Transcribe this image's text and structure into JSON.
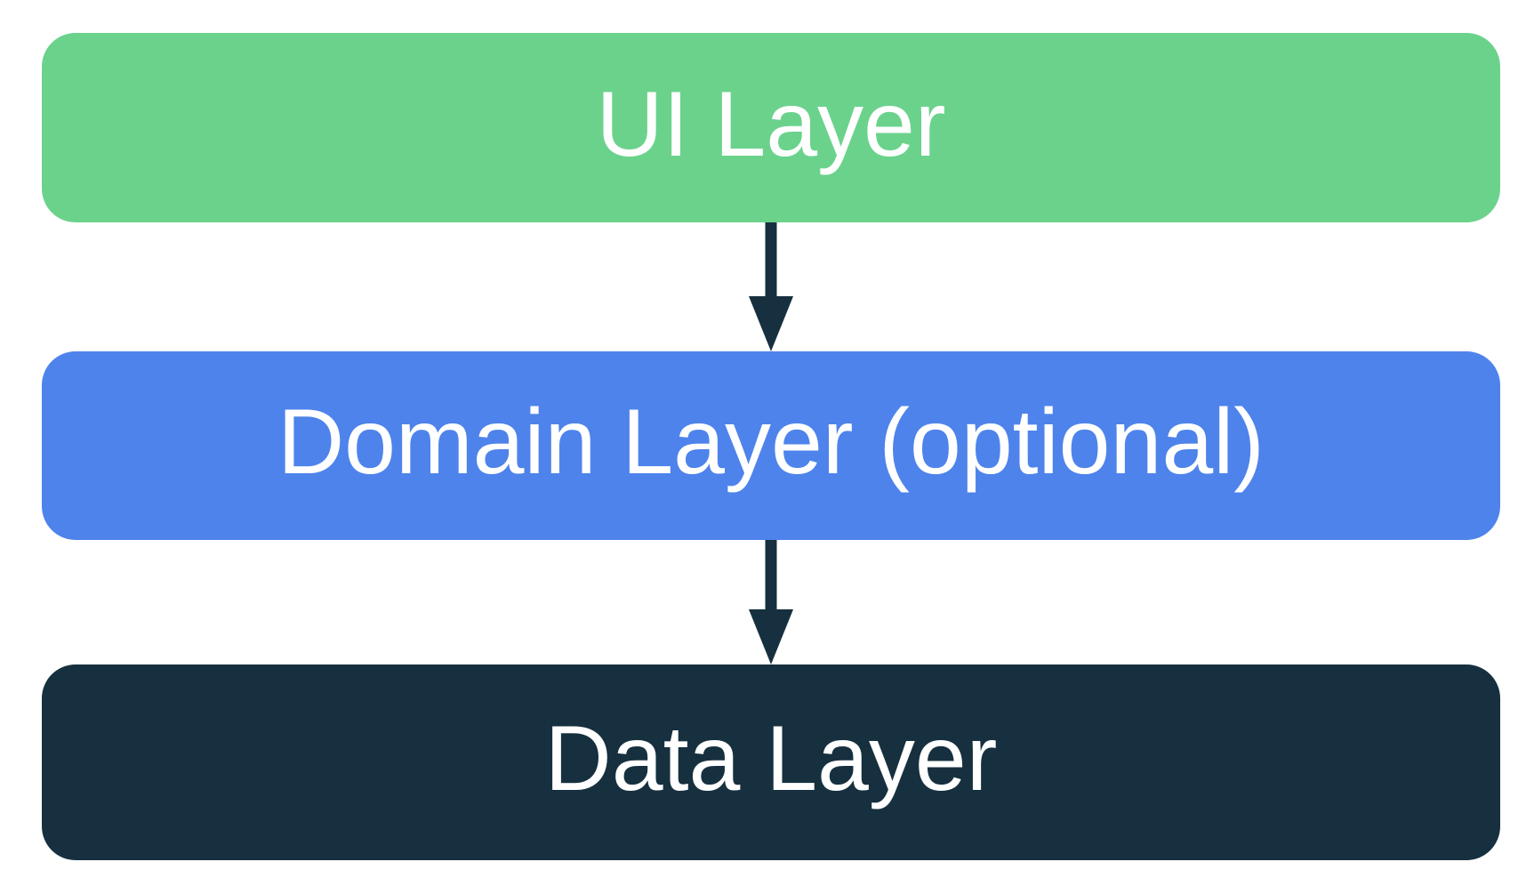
{
  "colors": {
    "background": "#FFFFFF",
    "ui_layer_bg": "#6BD28C",
    "domain_layer_bg": "#4E83EB",
    "data_layer_bg": "#17303F",
    "arrow": "#17303F",
    "label_text": "#FFFFFF"
  },
  "layers": [
    {
      "label": "UI Layer"
    },
    {
      "label": "Domain Layer (optional)"
    },
    {
      "label": "Data Layer"
    }
  ]
}
